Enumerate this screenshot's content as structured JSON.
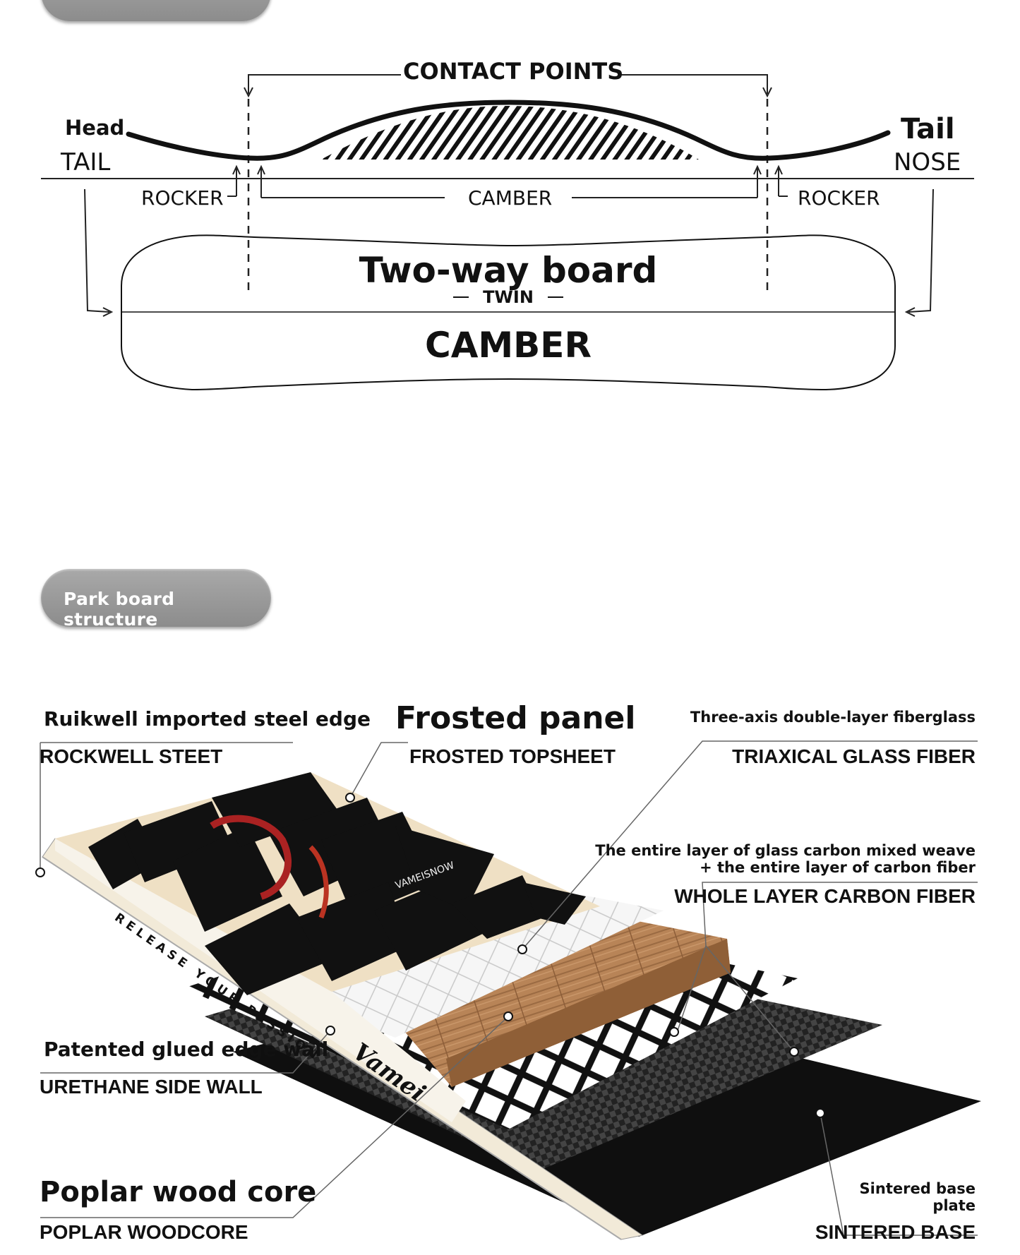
{
  "profile_section": {
    "tab_label_partial": "",
    "contact_points": "CONTACT POINTS",
    "head": "Head",
    "tail_left": "TAIL",
    "tail_right": "Tail",
    "nose": "NOSE",
    "rocker_left": "ROCKER",
    "camber_mid": "CAMBER",
    "rocker_right": "ROCKER",
    "board_title": "Two-way board",
    "board_subtitle": "TWIN",
    "board_profile": "CAMBER"
  },
  "structure_section": {
    "tab_label": "Park board structure",
    "labels": {
      "steel_edge_title": "Ruikwell imported steel edge",
      "steel_edge_sub": "ROCKWELL STEET",
      "frosted_title": "Frosted panel",
      "frosted_sub": "FROSTED TOPSHEET",
      "triax_title": "Three-axis double-layer fiberglass",
      "triax_sub": "TRIAXICAL GLASS FIBER",
      "carbon_title_1": "The entire layer of glass carbon mixed weave",
      "carbon_title_2": "+ the entire layer of carbon fiber",
      "carbon_sub": "WHOLE LAYER CARBON FIBER",
      "sidewall_title": "Patented glued edge wall",
      "sidewall_sub": "URETHANE SIDE WALL",
      "wood_title": "Poplar wood core",
      "wood_sub": "POPLAR WOODCORE",
      "base_title_1": "Sintered base",
      "base_title_2": "plate",
      "base_sub": "SINTERED BASE"
    },
    "board_print": {
      "slogan": "RELEASE YOUR PASSION",
      "signature": "Vamei",
      "graphic_text": "VAMEISNOW"
    }
  },
  "colors": {
    "pill": "#999999",
    "wood": "#b07c52",
    "base": "#111111",
    "cream": "#efe0c4"
  }
}
